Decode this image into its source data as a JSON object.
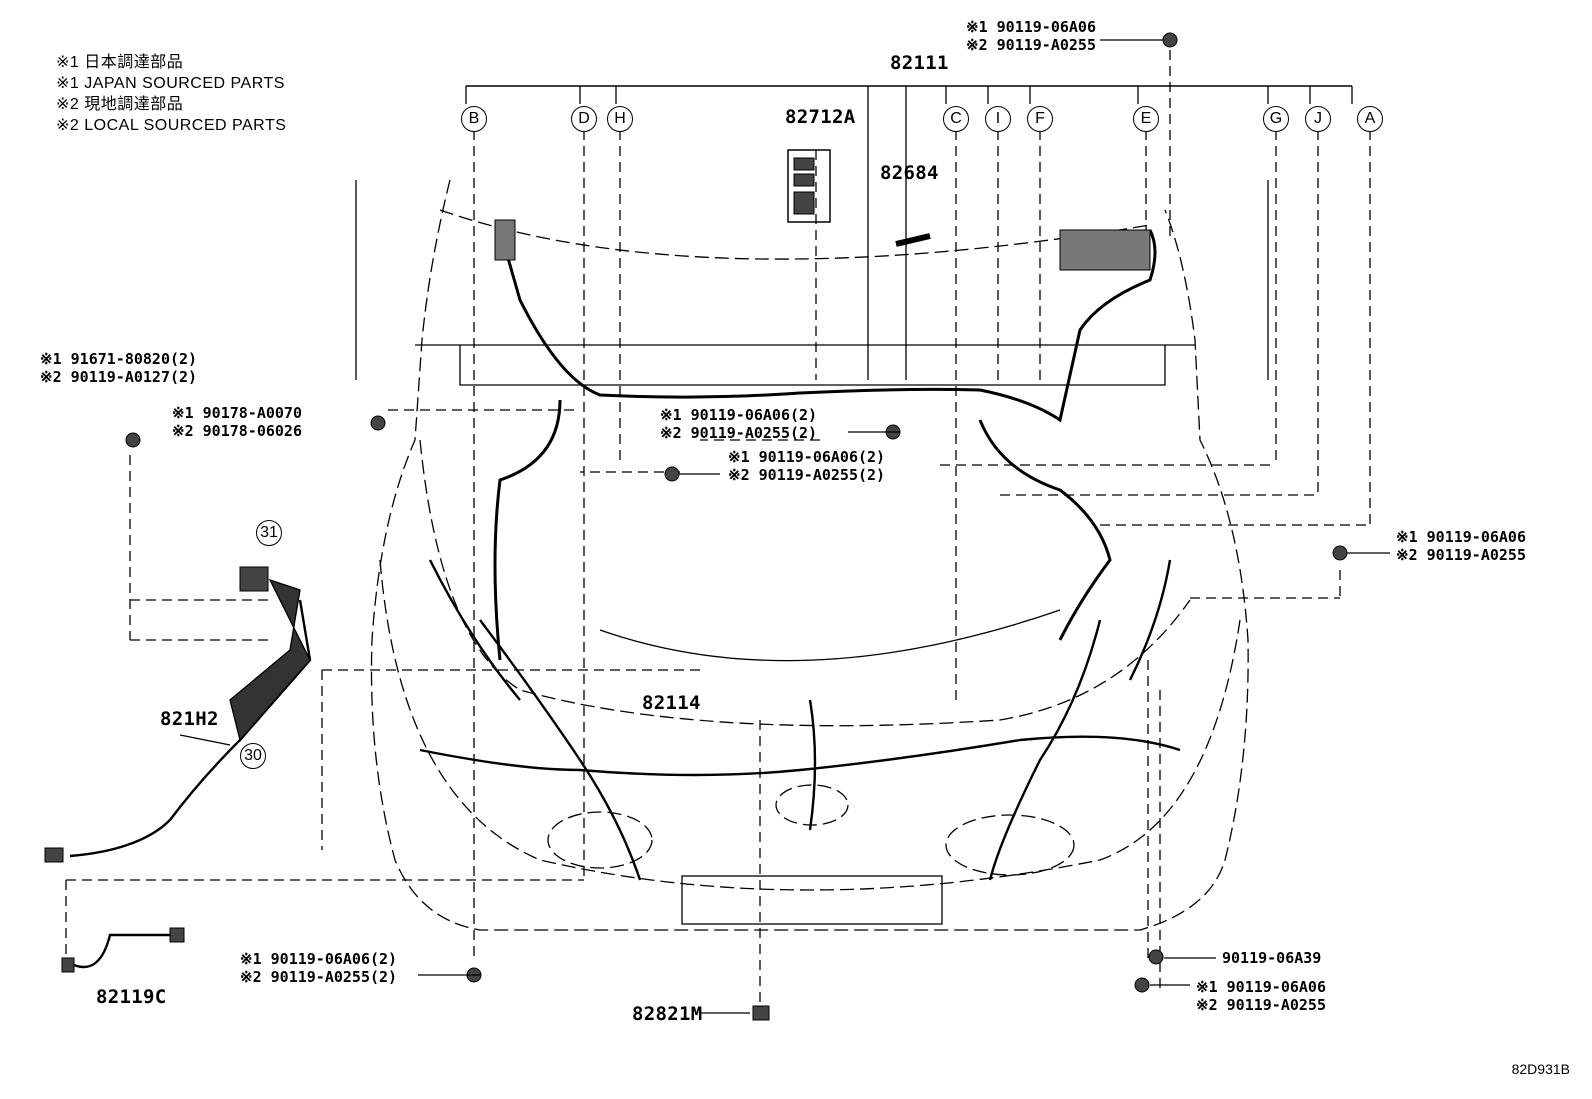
{
  "legend": [
    "※1 日本調達部品",
    "※1 JAPAN SOURCED PARTS",
    "※2 現地調達部品",
    "※2 LOCAL SOURCED PARTS"
  ],
  "connectors": [
    "B",
    "D",
    "H",
    "C",
    "I",
    "F",
    "E",
    "G",
    "J",
    "A"
  ],
  "circle_callouts": [
    "31",
    "30"
  ],
  "part_numbers": {
    "p82111": "82111",
    "p82712A": "82712A",
    "p82684": "82684",
    "p82114": "82114",
    "p821H2": "821H2",
    "p82119C": "82119C",
    "p82821M": "82821M",
    "p90119_06A39": "90119-06A39"
  },
  "fasteners": {
    "top_right": [
      "※1 90119-06A06",
      "※2 90119-A0255"
    ],
    "left_upper": [
      "※1 91671-80820(2)",
      "※2 90119-A0127(2)"
    ],
    "left_mid": [
      "※1 90178-A0070",
      "※2 90178-06026"
    ],
    "center_1": [
      "※1 90119-06A06(2)",
      "※2 90119-A0255(2)"
    ],
    "center_2": [
      "※1 90119-06A06(2)",
      "※2 90119-A0255(2)"
    ],
    "right_mid": [
      "※1 90119-06A06",
      "※2 90119-A0255"
    ],
    "bottom_center": [
      "※1 90119-06A06(2)",
      "※2 90119-A0255(2)"
    ],
    "bottom_right": [
      "※1 90119-06A06",
      "※2 90119-A0255"
    ]
  },
  "diagram_ref": "82D931B"
}
